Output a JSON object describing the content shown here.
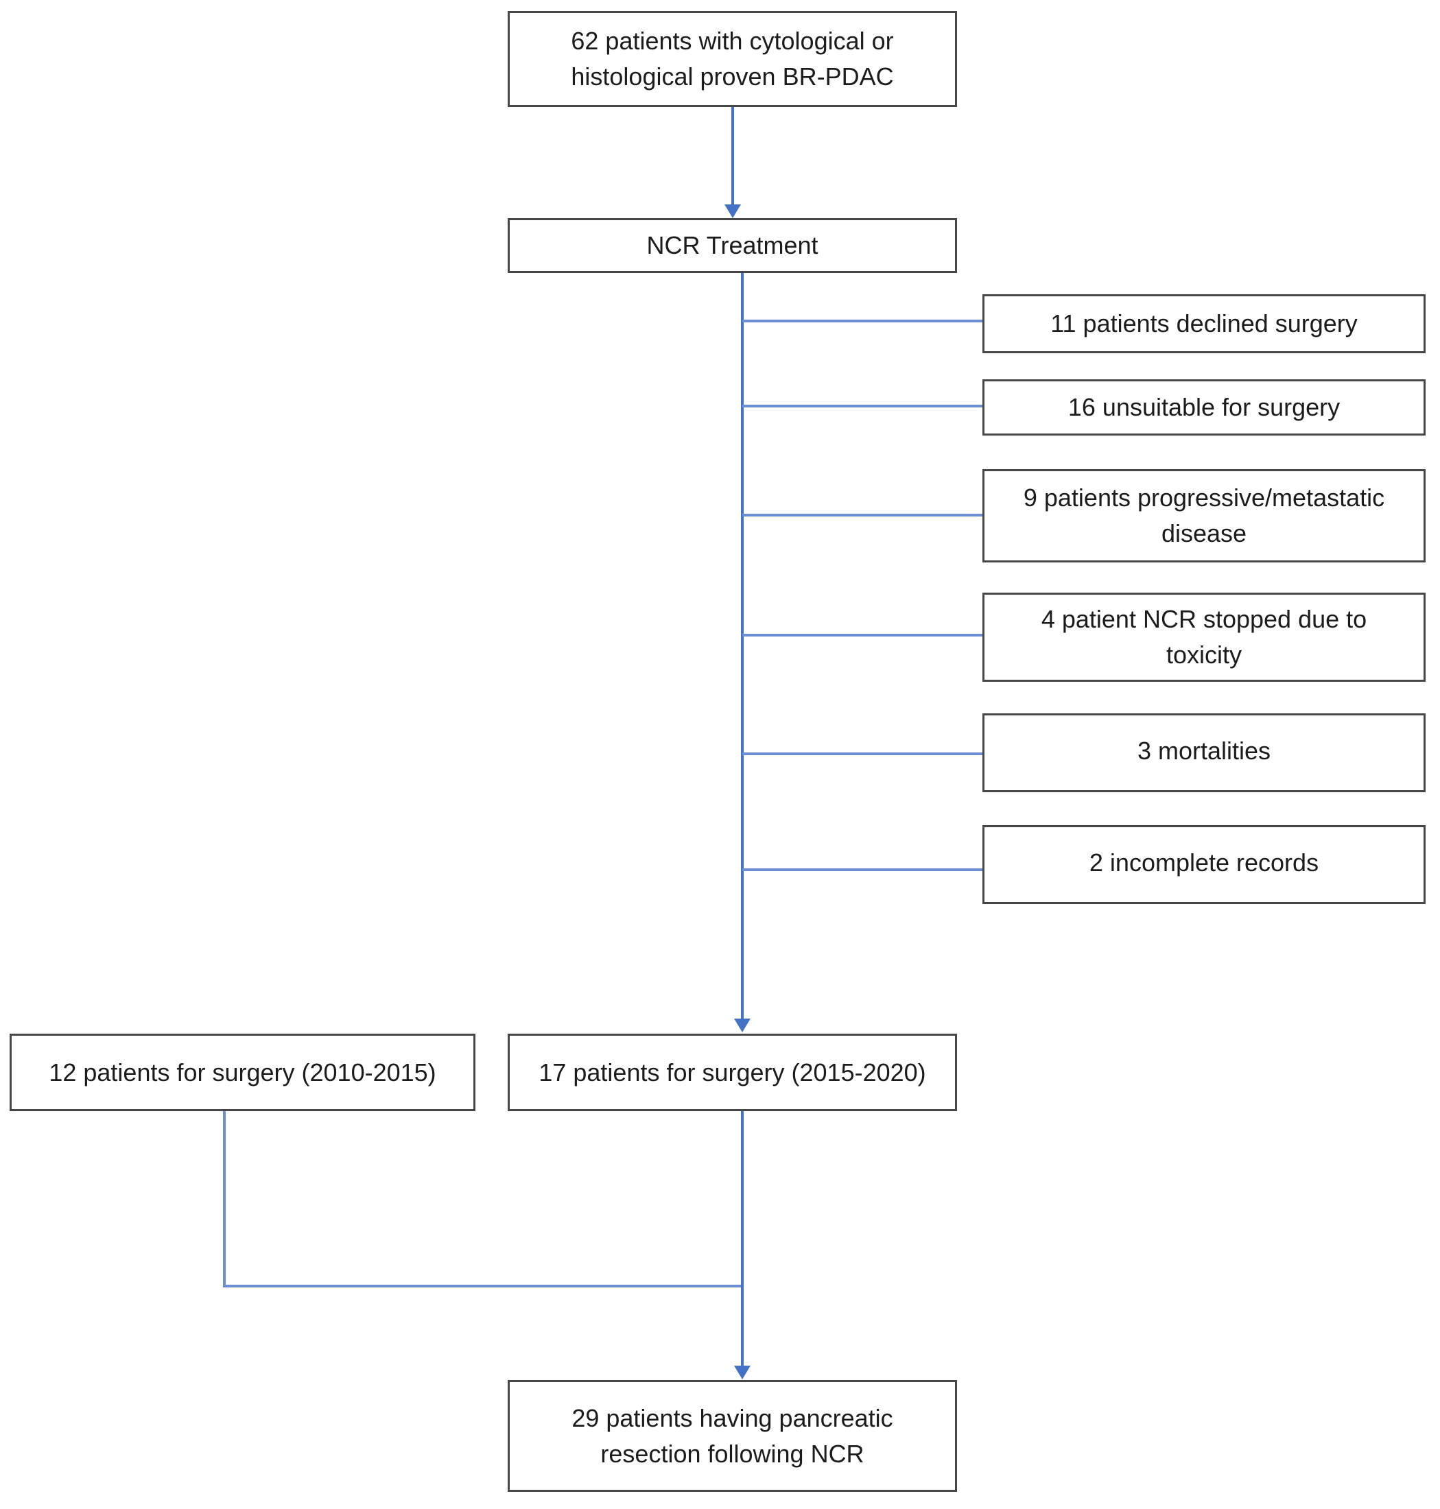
{
  "diagram": {
    "type": "patient-flowchart",
    "background_color": "#ffffff",
    "colors": {
      "connector_blue": "#4472c4",
      "branch_blue": "#6b8fd2",
      "box_border_gray": "#474747",
      "text_color": "#1c1c1c"
    },
    "nodes": {
      "enrolled": "62 patients with cytological or\nhistological proven BR-PDAC",
      "ncr_treatment": "NCR Treatment",
      "declined": "11 patients declined surgery",
      "unsuitable": "16 unsuitable for surgery",
      "progressive": "9 patients progressive/metastatic\ndisease",
      "toxicity": "4 patient NCR stopped due to\ntoxicity",
      "mortalities": "3 mortalities",
      "incomplete": "2 incomplete records",
      "surgery_2010_2015": "12 patients for surgery (2010-2015)",
      "surgery_2015_2020": "17 patients for surgery (2015-2020)",
      "resection": "29 patients having pancreatic\nresection following NCR"
    }
  }
}
